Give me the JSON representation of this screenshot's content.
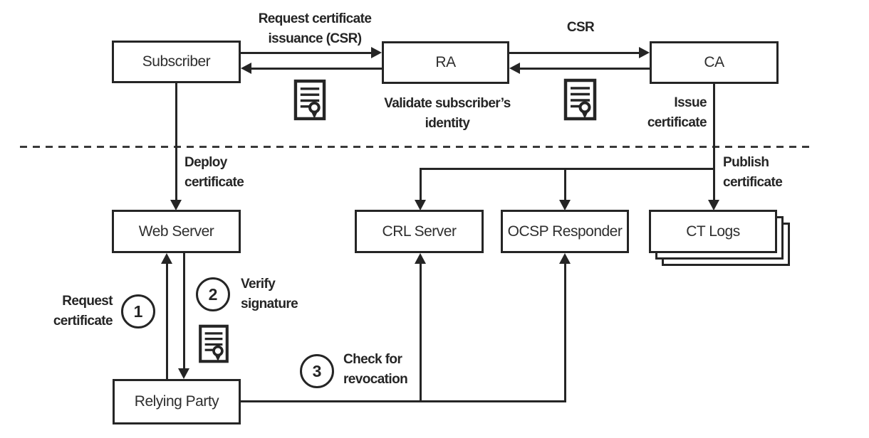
{
  "nodes": {
    "subscriber": {
      "label": "Subscriber"
    },
    "ra": {
      "label": "RA"
    },
    "ca": {
      "label": "CA"
    },
    "web_server": {
      "label": "Web Server"
    },
    "crl_server": {
      "label": "CRL Server"
    },
    "ocsp_responder": {
      "label": "OCSP Responder"
    },
    "ct_logs": {
      "label": "CT Logs"
    },
    "relying_party": {
      "label": "Relying Party"
    }
  },
  "labels": {
    "request_issuance": [
      "Request certificate",
      "issuance (CSR)"
    ],
    "csr": "CSR",
    "validate_identity": [
      "Validate subscriber’s",
      "identity"
    ],
    "issue_certificate": [
      "Issue",
      "certificate"
    ],
    "deploy_certificate": [
      "Deploy",
      "certificate"
    ],
    "publish_certificate": [
      "Publish",
      "certificate"
    ],
    "request_certificate": [
      "Request",
      "certificate"
    ],
    "verify_signature": [
      "Verify",
      "signature"
    ],
    "check_revocation": [
      "Check for",
      "revocation"
    ]
  },
  "steps": [
    {
      "number": "1"
    },
    {
      "number": "2"
    },
    {
      "number": "3"
    }
  ],
  "icons": {
    "certificate": "certificate-icon"
  },
  "colors": {
    "ink": "#252525",
    "background": "#ffffff"
  }
}
